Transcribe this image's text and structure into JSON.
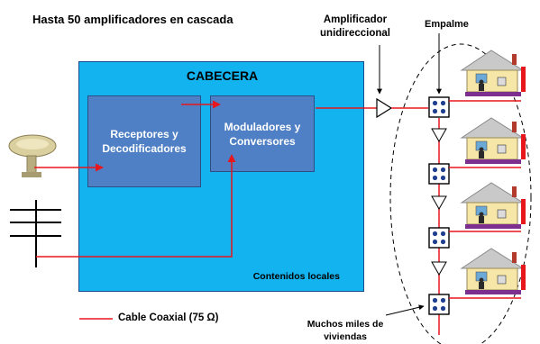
{
  "title": "Hasta 50 amplificadores en cascada",
  "headend": {
    "title": "CABECERA",
    "receivers": "Receptores y Decodificadores",
    "modulators": "Moduladores y Conversores",
    "local_content": "Contenidos locales"
  },
  "amplifier_label": "Amplificador unidireccional",
  "splice_label": "Empalme",
  "legend": {
    "cable": "Cable Coaxial (75 Ω)",
    "cable_color": "#e8161d"
  },
  "homes_label": "Muchos miles de viviendas",
  "colors": {
    "headend": "#12b3ef",
    "inner_box": "#4f7fc4",
    "cable": "#e8161d"
  }
}
